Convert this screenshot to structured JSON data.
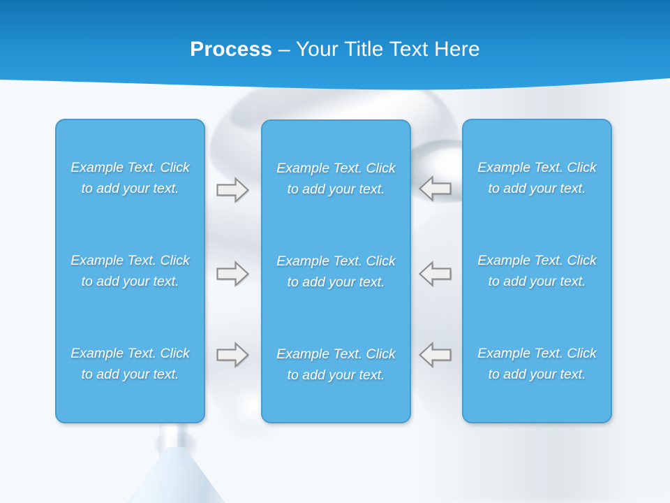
{
  "slide": {
    "background_color": "#f5f9fc",
    "title": {
      "strong": "Process",
      "light": " – Your Title Text Here"
    },
    "banner": {
      "gradient_top": "#1577b5",
      "gradient_bottom": "#2c9bdc"
    }
  },
  "theme": {
    "box_fill": "#5bb4e6",
    "box_border": "#4a9ac8",
    "box_text_color": "#ffffff",
    "arrow_fill": "#efefef",
    "arrow_stroke": "#8d8d8d"
  },
  "columns": [
    {
      "name": "column-1",
      "cells": [
        {
          "text": "Example Text. Click  to add your text."
        },
        {
          "text": "Example Text. Click  to add your text."
        },
        {
          "text": "Example Text. Click  to add your text."
        }
      ]
    },
    {
      "name": "column-2",
      "cells": [
        {
          "text": "Example Text. Click  to add your text."
        },
        {
          "text": "Example Text. Click  to add your text."
        },
        {
          "text": "Example Text. Click  to add your text."
        }
      ]
    },
    {
      "name": "column-3",
      "cells": [
        {
          "text": "Example Text. Click  to add your text."
        },
        {
          "text": "Example Text. Click  to add your text."
        },
        {
          "text": "Example Text. Click  to add your text."
        }
      ]
    }
  ],
  "arrows": {
    "right": [
      {
        "icon": "arrow-right-icon",
        "row": 1
      },
      {
        "icon": "arrow-right-icon",
        "row": 2
      },
      {
        "icon": "arrow-right-icon",
        "row": 3
      }
    ],
    "left": [
      {
        "icon": "arrow-left-icon",
        "row": 1
      },
      {
        "icon": "arrow-left-icon",
        "row": 2
      },
      {
        "icon": "arrow-left-icon",
        "row": 3
      }
    ]
  }
}
